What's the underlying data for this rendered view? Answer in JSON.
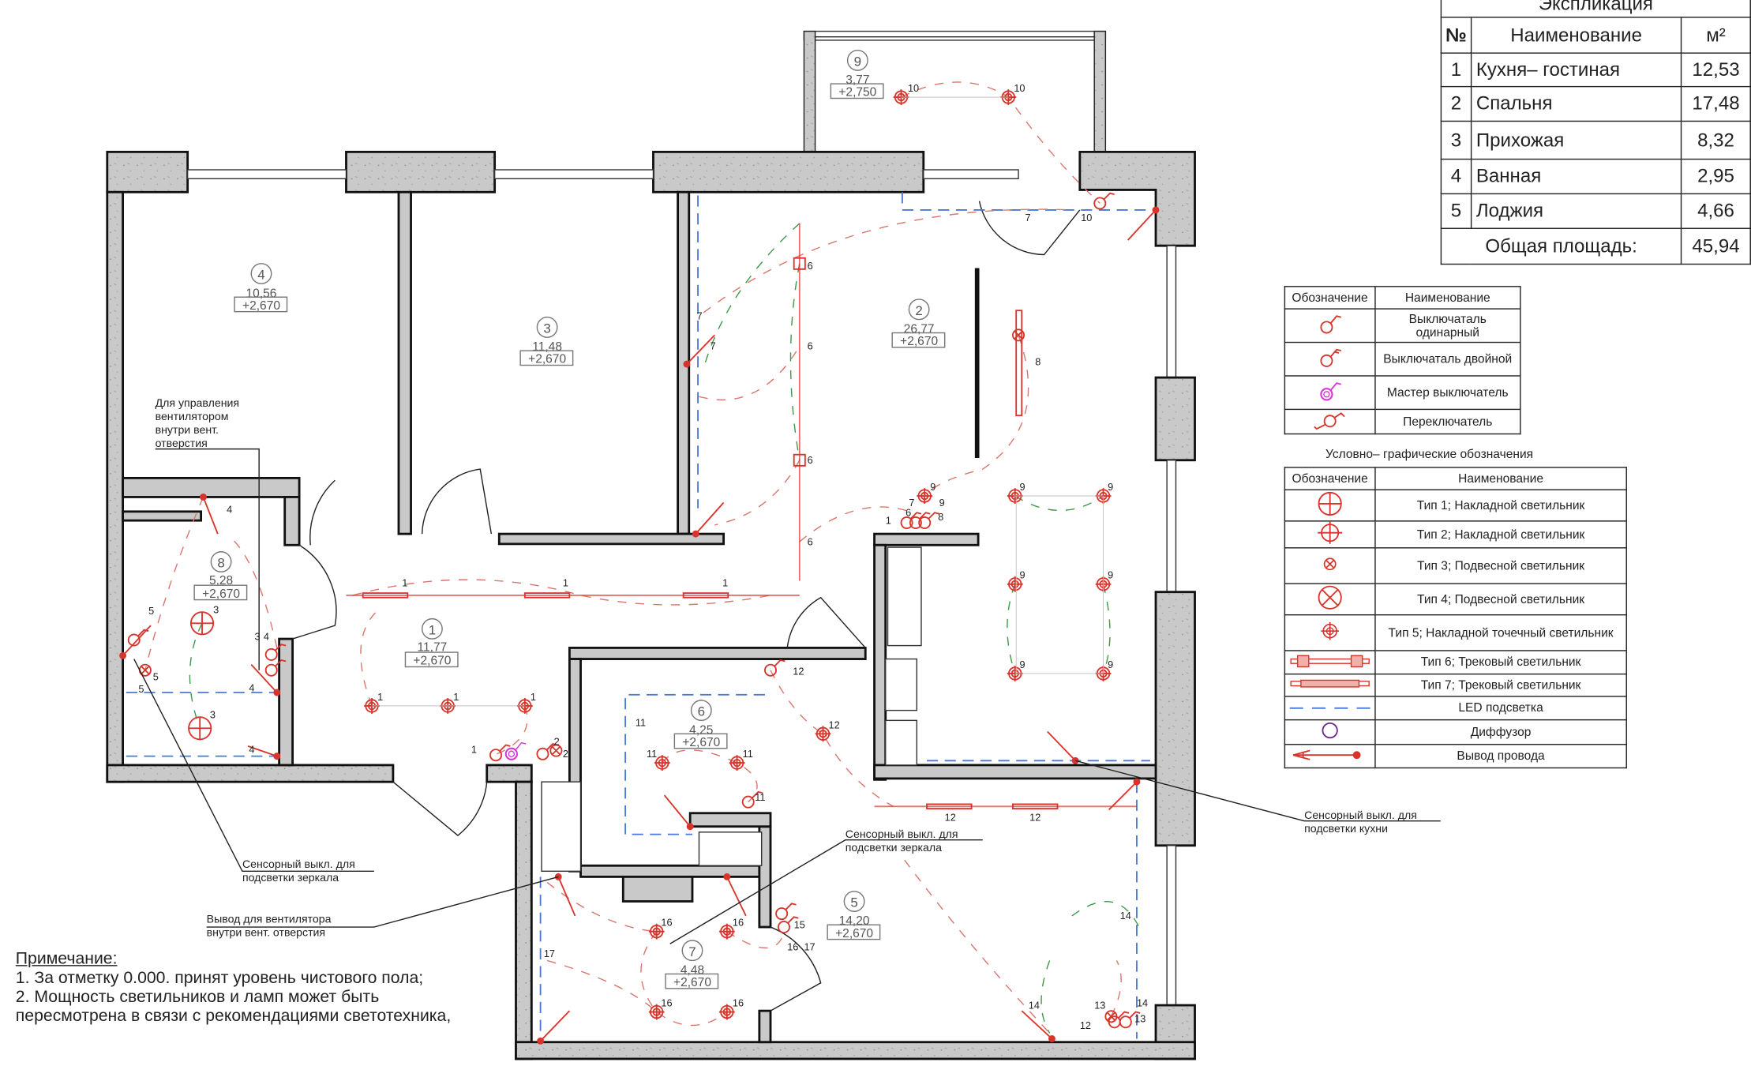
{
  "explication": {
    "title": "Экспликация",
    "headers": {
      "num": "№",
      "name": "Наименование",
      "area": "м²"
    },
    "rows": [
      {
        "num": "1",
        "name": "Кухня– гостиная",
        "area": "12,53"
      },
      {
        "num": "2",
        "name": "Спальня",
        "area": "17,48"
      },
      {
        "num": "3",
        "name": "Прихожая",
        "area": "8,32"
      },
      {
        "num": "4",
        "name": "Ванная",
        "area": "2,95"
      },
      {
        "num": "5",
        "name": "Лоджия",
        "area": "4,66"
      }
    ],
    "total_label": "Общая площадь:",
    "total_value": "45,94"
  },
  "switch_legend": {
    "headers": {
      "symbol": "Обозначение",
      "name": "Наименование"
    },
    "rows": [
      {
        "name": "Выключаталь одинарный",
        "icon": "single-switch"
      },
      {
        "name": "Выключаталь двойной",
        "icon": "double-switch"
      },
      {
        "name": "Мастер выключатель",
        "icon": "master-switch"
      },
      {
        "name": "Переключатель",
        "icon": "toggle-switch"
      }
    ]
  },
  "symbols_legend": {
    "title": "Условно– графические обозначения",
    "headers": {
      "symbol": "Обозначение",
      "name": "Наименование"
    },
    "rows": [
      {
        "name": "Тип 1;  Накладной светильник",
        "icon": "type1-surface-light"
      },
      {
        "name": "Тип 2;  Накладной светильник",
        "icon": "type2-surface-light"
      },
      {
        "name": "Тип 3;  Подвесной светильник",
        "icon": "type3-pendant-light"
      },
      {
        "name": "Тип 4;  Подвесной светильник",
        "icon": "type4-pendant-light"
      },
      {
        "name": "Тип 5;  Накладной точечный светильник",
        "icon": "type5-spot-light"
      },
      {
        "name": "Тип 6;  Трековый светильник",
        "icon": "type6-track-light"
      },
      {
        "name": "Тип 7;  Трековый светильник",
        "icon": "type7-track-light"
      },
      {
        "name": "LED  подсветка",
        "icon": "led-strip"
      },
      {
        "name": "Диффузор",
        "icon": "diffuser"
      },
      {
        "name": "Вывод провода",
        "icon": "wire-outlet"
      }
    ]
  },
  "colors": {
    "fixture": "#d9342b",
    "wire": "#d9776f",
    "led": "#4a78d8",
    "master": "#d63ad6",
    "diffuser": "#6a2a8a",
    "wall": "#c9c9c9"
  },
  "notes": {
    "title": "Примечание:",
    "items": [
      "1. За отметку 0.000. принят уровень чистового пола;",
      "2. Мощность светильников и ламп может быть пересмотрена в связи с  рекомендациями светотехника,"
    ]
  },
  "rooms": [
    {
      "num": "1",
      "area": "11,77",
      "level": "+2,670"
    },
    {
      "num": "2",
      "area": "26,77",
      "level": "+2,670"
    },
    {
      "num": "3",
      "area": "11,48",
      "level": "+2,670"
    },
    {
      "num": "4",
      "area": "10,56",
      "level": "+2,670"
    },
    {
      "num": "5",
      "area": "14,20",
      "level": "+2,670"
    },
    {
      "num": "6",
      "area": "4,25",
      "level": "+2,670"
    },
    {
      "num": "7",
      "area": "4,48",
      "level": "+2,670"
    },
    {
      "num": "8",
      "area": "5,28",
      "level": "+2,670"
    },
    {
      "num": "9",
      "area": "3,77",
      "level": "+2,750"
    }
  ],
  "callouts": {
    "fan_control": [
      "Для управления",
      "вентилятором",
      "внутри вент.",
      "отверстия"
    ],
    "mirror_switch_1": [
      "Сенсорный выкл. для",
      "подсветки зеркала"
    ],
    "mirror_switch_2": [
      "Сенсорный выкл. для",
      "подсветки зеркала"
    ],
    "fan_outlet": [
      "Вывод для вентилятора",
      "внутри вент. отверстия"
    ],
    "kitchen_switch": [
      "Сенсорный выкл. для",
      "подсветки кухни"
    ]
  },
  "group_labels": [
    "1",
    "2",
    "3",
    "4",
    "5",
    "6",
    "7",
    "8",
    "9",
    "10",
    "11",
    "12",
    "13",
    "14",
    "15",
    "16",
    "17"
  ]
}
